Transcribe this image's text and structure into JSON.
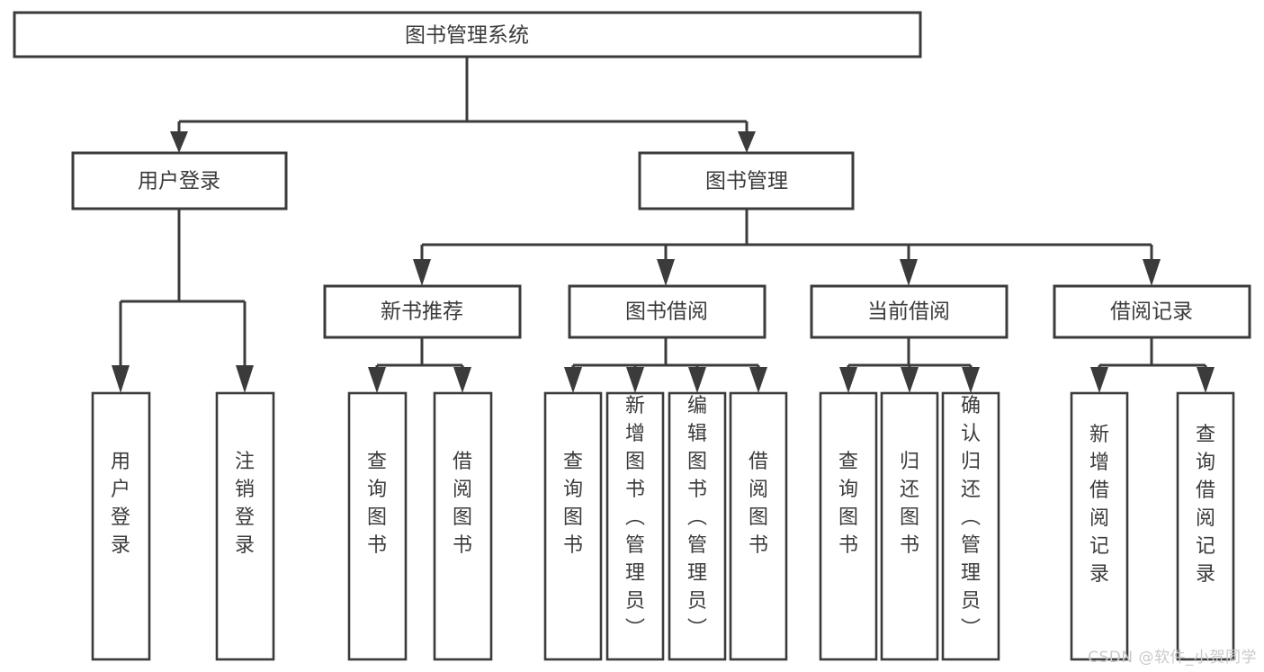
{
  "diagram": {
    "type": "tree-hierarchy-flowchart",
    "root": {
      "id": "root",
      "label": "图书管理系统"
    },
    "level2": [
      {
        "id": "user-login",
        "label": "用户登录"
      },
      {
        "id": "book-management",
        "label": "图书管理"
      }
    ],
    "level3": [
      {
        "id": "new-book-recommend",
        "label": "新书推荐"
      },
      {
        "id": "book-borrow",
        "label": "图书借阅"
      },
      {
        "id": "current-borrow",
        "label": "当前借阅"
      },
      {
        "id": "borrow-record",
        "label": "借阅记录"
      }
    ],
    "leaves": {
      "user-login": [
        {
          "id": "leaf-user-login",
          "label": "用户登录"
        },
        {
          "id": "leaf-logout",
          "label": "注销登录"
        }
      ],
      "new-book-recommend": [
        {
          "id": "leaf-query-book-1",
          "label": "查询图书"
        },
        {
          "id": "leaf-borrow-book-1",
          "label": "借阅图书"
        }
      ],
      "book-borrow": [
        {
          "id": "leaf-query-book-2",
          "label": "查询图书"
        },
        {
          "id": "leaf-add-book",
          "label": "新增图书（管理员）"
        },
        {
          "id": "leaf-edit-book",
          "label": "编辑图书（管理员）"
        },
        {
          "id": "leaf-borrow-book-2",
          "label": "借阅图书"
        }
      ],
      "current-borrow": [
        {
          "id": "leaf-query-book-3",
          "label": "查询图书"
        },
        {
          "id": "leaf-return-book",
          "label": "归还图书"
        },
        {
          "id": "leaf-confirm-return",
          "label": "确认归还（管理员）"
        }
      ],
      "borrow-record": [
        {
          "id": "leaf-add-record",
          "label": "新增借阅记录"
        },
        {
          "id": "leaf-query-record",
          "label": "查询借阅记录"
        }
      ]
    }
  },
  "colors": {
    "stroke": "#3b3b3b",
    "box_fill": "#ffffff",
    "background": "#ffffff",
    "watermark": "#c9c9c9"
  },
  "watermark": {
    "text": "CSDN @软件_小贺同学"
  }
}
